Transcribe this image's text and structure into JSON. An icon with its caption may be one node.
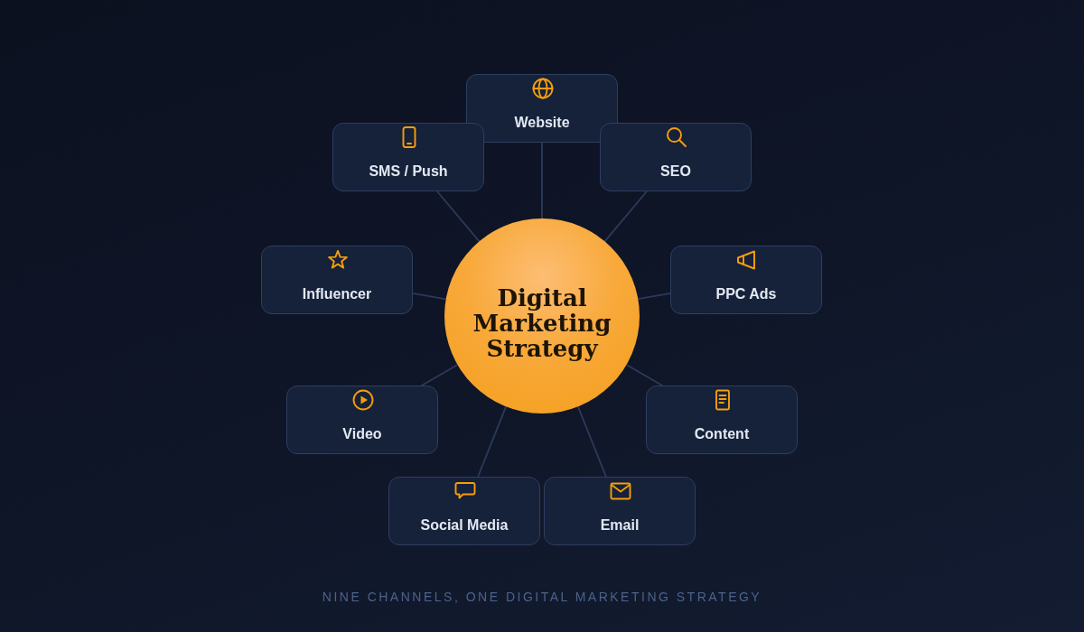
{
  "diagram": {
    "caption": "NINE CHANNELS, ONE DIGITAL MARKETING STRATEGY",
    "nodes": [
      {
        "text": [
          "Digital Marketing Strategy"
        ]
      },
      {
        "text": [
          "Website"
        ]
      },
      {
        "text": [
          "SEO"
        ]
      },
      {
        "text": [
          "PPC Ads"
        ]
      },
      {
        "text": [
          "Content"
        ]
      },
      {
        "text": [
          "Email"
        ]
      },
      {
        "text": [
          "Social Media"
        ]
      },
      {
        "text": [
          "Video"
        ]
      },
      {
        "text": [
          "Influencer"
        ]
      },
      {
        "text": [
          "SMS / Push"
        ]
      }
    ],
    "edges": [
      {
        "from": 0,
        "to": 1,
        "arrow": "none"
      },
      {
        "from": 0,
        "to": 2,
        "arrow": "none"
      },
      {
        "from": 0,
        "to": 3,
        "arrow": "none"
      },
      {
        "from": 0,
        "to": 4,
        "arrow": "none"
      },
      {
        "from": 0,
        "to": 5,
        "arrow": "none"
      },
      {
        "from": 0,
        "to": 6,
        "arrow": "none"
      },
      {
        "from": 0,
        "to": 7,
        "arrow": "none"
      },
      {
        "from": 0,
        "to": 8,
        "arrow": "none"
      },
      {
        "from": 0,
        "to": 9,
        "arrow": "none"
      }
    ]
  }
}
